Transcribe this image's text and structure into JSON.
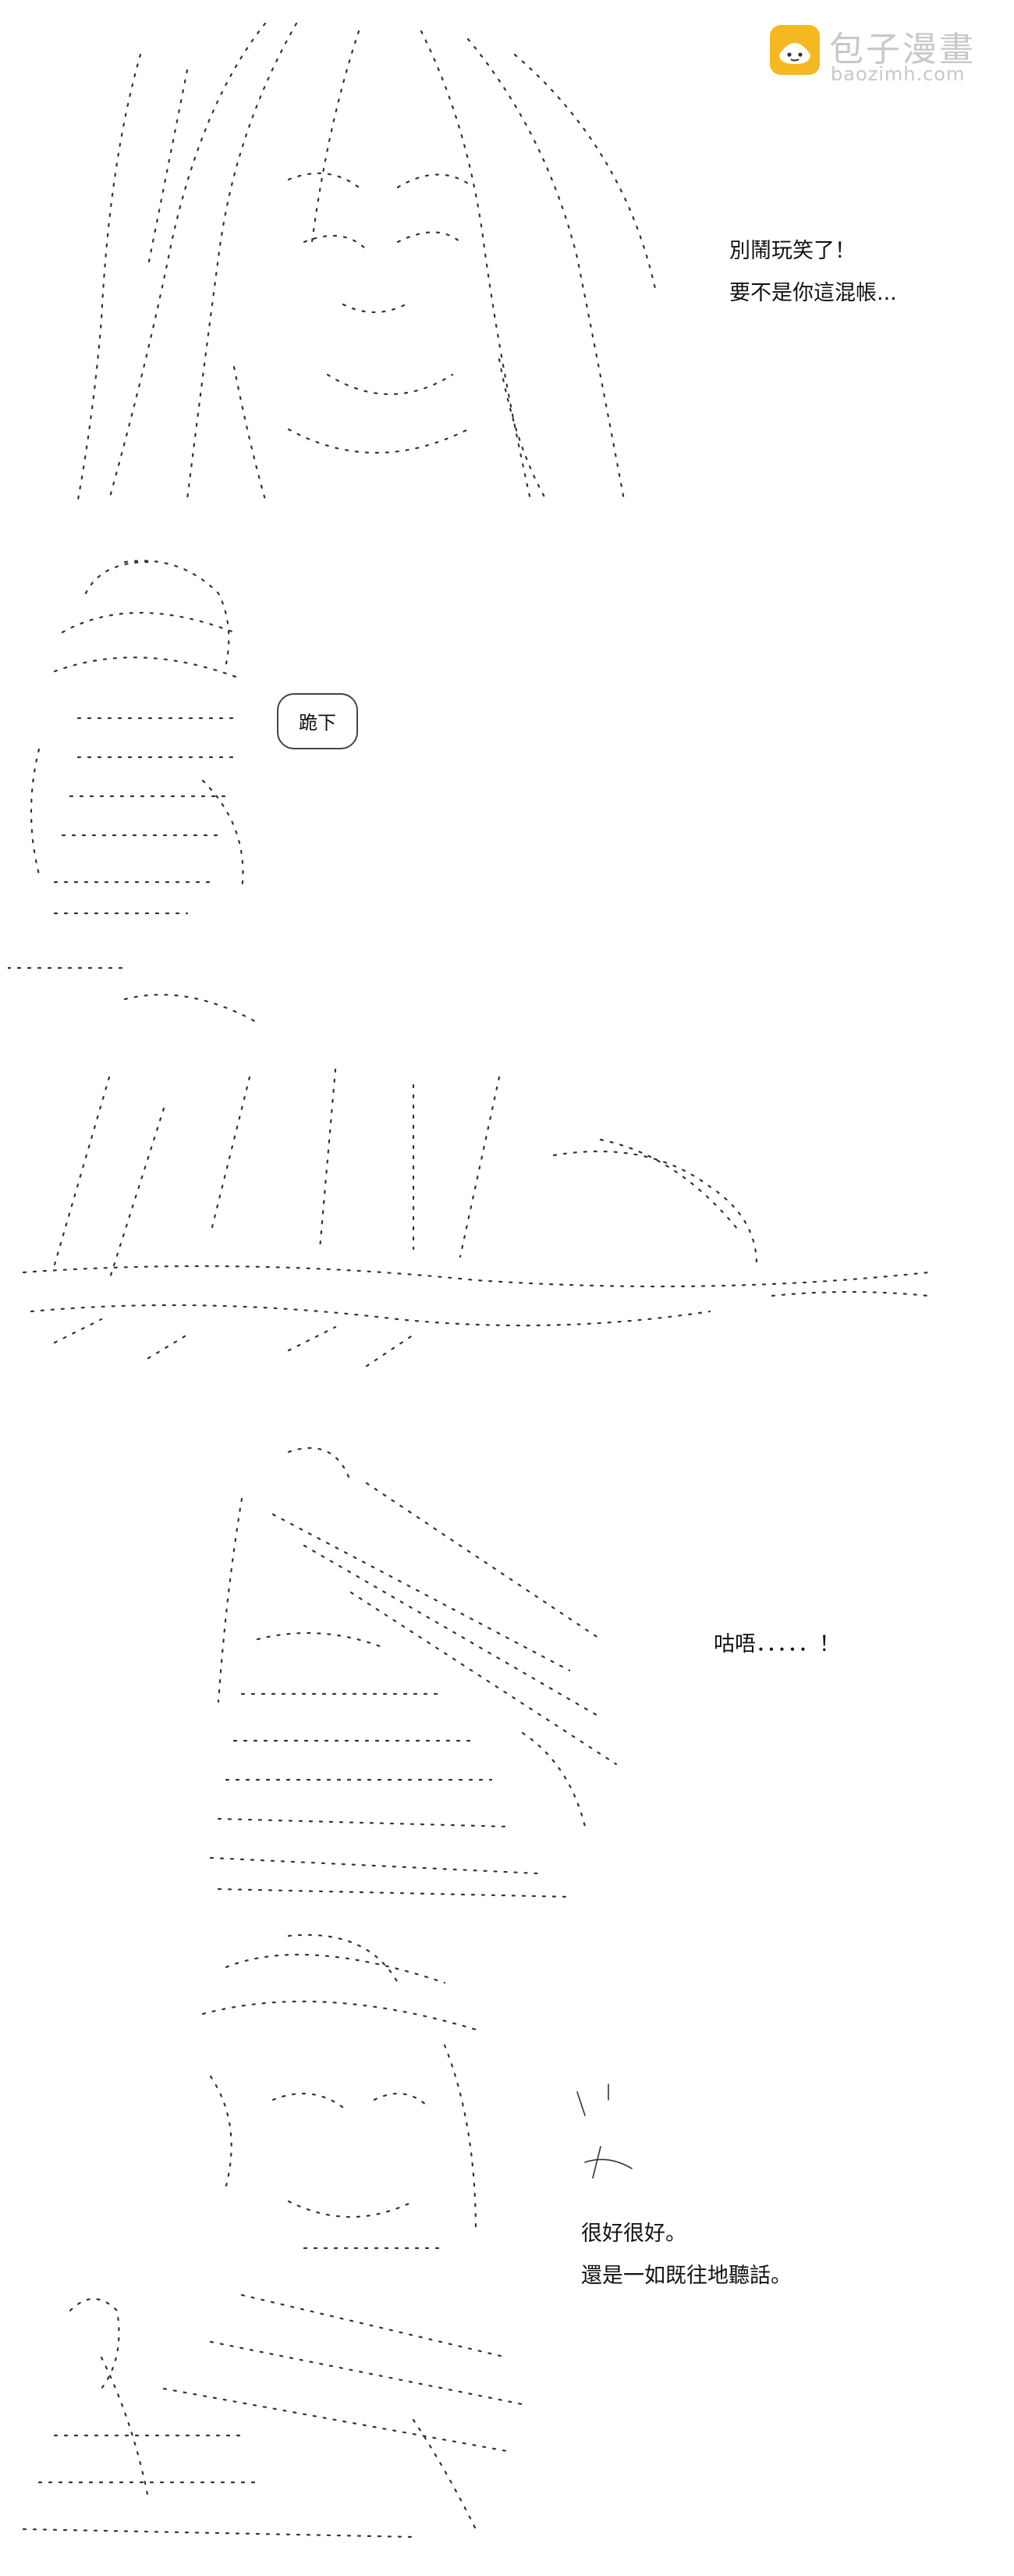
{
  "watermark": {
    "title": "包子漫畫",
    "url": "baozimh.com",
    "logo_color": "#f5b820"
  },
  "panels": [
    {
      "id": "panel-1",
      "lines": [
        "別鬧玩笑了！",
        "要不是你這混帳..."
      ]
    },
    {
      "id": "panel-2",
      "bubble_text": "跪下"
    },
    {
      "id": "panel-3"
    },
    {
      "id": "panel-4",
      "lines": [
        "咕唔．．．．．！"
      ]
    },
    {
      "id": "panel-5",
      "lines": [
        "很好很好。",
        "還是一如既往地聽話。"
      ]
    }
  ]
}
